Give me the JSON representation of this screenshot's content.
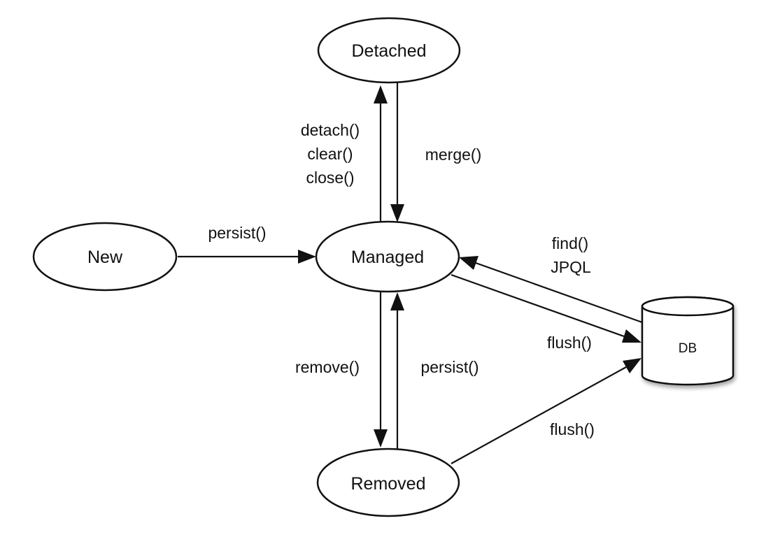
{
  "nodes": {
    "detached": "Detached",
    "new": "New",
    "managed": "Managed",
    "removed": "Removed",
    "db": "DB"
  },
  "edges": {
    "detach_methods": [
      "detach()",
      "clear()",
      "close()"
    ],
    "merge": "merge()",
    "persist_new": "persist()",
    "find": "find()",
    "jpql": "JPQL",
    "flush_managed": "flush()",
    "remove": "remove()",
    "persist_removed": "persist()",
    "flush_removed": "flush()"
  }
}
